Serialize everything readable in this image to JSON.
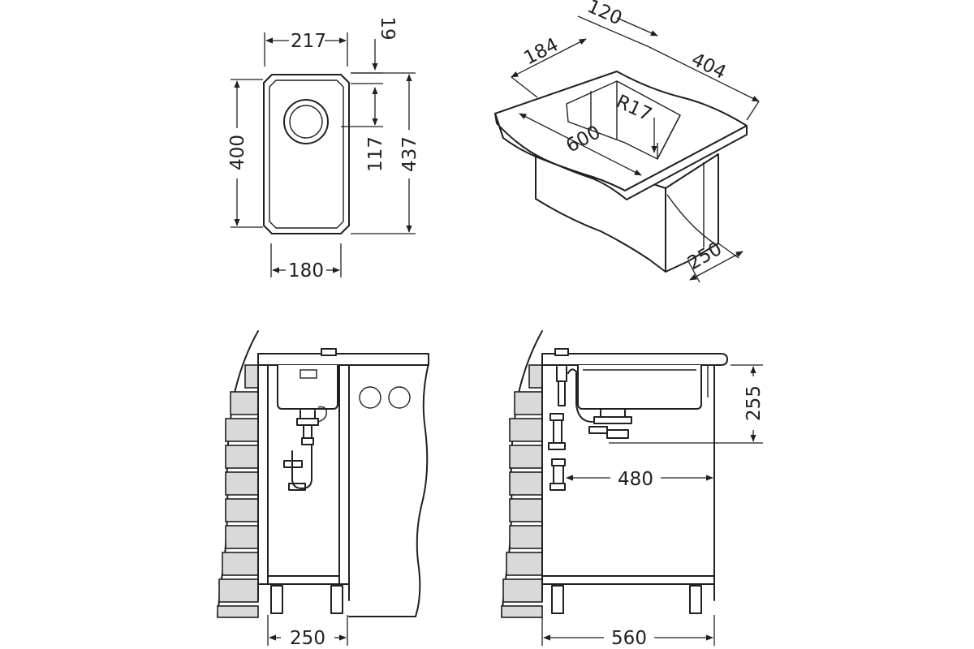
{
  "top_view": {
    "width_overall": "217",
    "rim_offset": "19",
    "height_inner": "400",
    "drain_offset": "117",
    "height_overall": "437",
    "width_inner": "180"
  },
  "iso_view": {
    "depth_back": "120",
    "depth_side": "184",
    "length_back": "404",
    "corner_radius": "R17",
    "worktop_length": "600",
    "bowl_depth": "250"
  },
  "side_view": {
    "cabinet_width": "250"
  },
  "front_view": {
    "install_height": "255",
    "bowl_span": "480",
    "cabinet_width": "560"
  },
  "colors": {
    "ink": "#231f20",
    "paper": "#ffffff",
    "tile": "#d9d9d9"
  }
}
